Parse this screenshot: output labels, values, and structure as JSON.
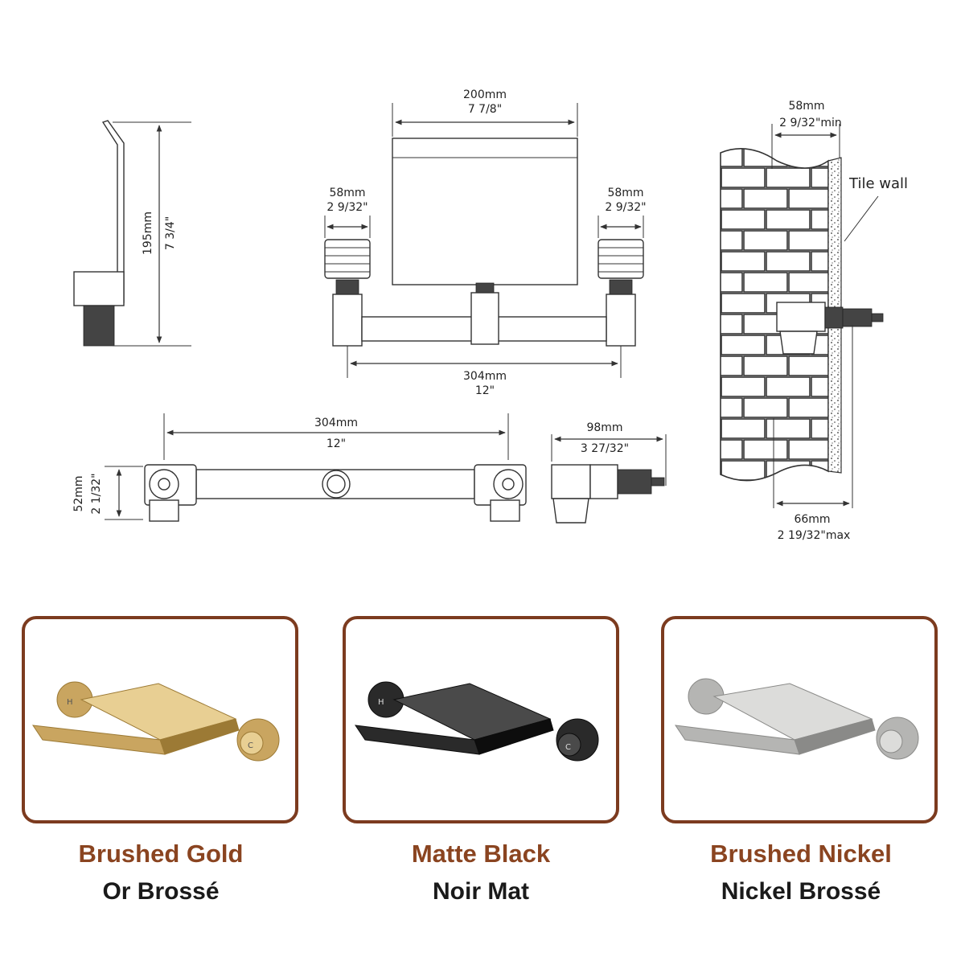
{
  "side_view": {
    "height_mm": "195mm",
    "height_in": "7 3/4\""
  },
  "front_view": {
    "spout_width_mm": "200mm",
    "spout_width_in": "7 7/8\"",
    "left_handle_mm": "58mm",
    "left_handle_in": "2 9/32\"",
    "right_handle_mm": "58mm",
    "right_handle_in": "2 9/32\"",
    "centers_mm": "304mm",
    "centers_in": "12\""
  },
  "valve_top_view": {
    "length_mm": "304mm",
    "length_in": "12\"",
    "height_mm": "52mm",
    "height_in": "2 1/32\""
  },
  "valve_side_view": {
    "depth_mm": "98mm",
    "depth_in": "3 27/32\""
  },
  "wall_section": {
    "min_mm": "58mm",
    "min_in": "2 9/32\"min",
    "tile_label": "Tile wall",
    "max_mm": "66mm",
    "max_in": "2 19/32\"max"
  },
  "finishes": [
    {
      "name": "Brushed Gold",
      "name_fr": "Or Brossé",
      "color": "#c9a560",
      "dark": "#9c7a35",
      "light": "#e8cf93"
    },
    {
      "name": "Matte Black",
      "name_fr": "Noir Mat",
      "color": "#2a2a2a",
      "dark": "#0d0d0d",
      "light": "#4a4a4a"
    },
    {
      "name": "Brushed Nickel",
      "name_fr": "Nickel Brossé",
      "color": "#b5b5b3",
      "dark": "#8a8a88",
      "light": "#dcdcda"
    }
  ],
  "handle_marks": {
    "hot": "H",
    "cold": "C"
  },
  "colors": {
    "border": "#7c3b1f",
    "finish_title": "#8a4420"
  }
}
